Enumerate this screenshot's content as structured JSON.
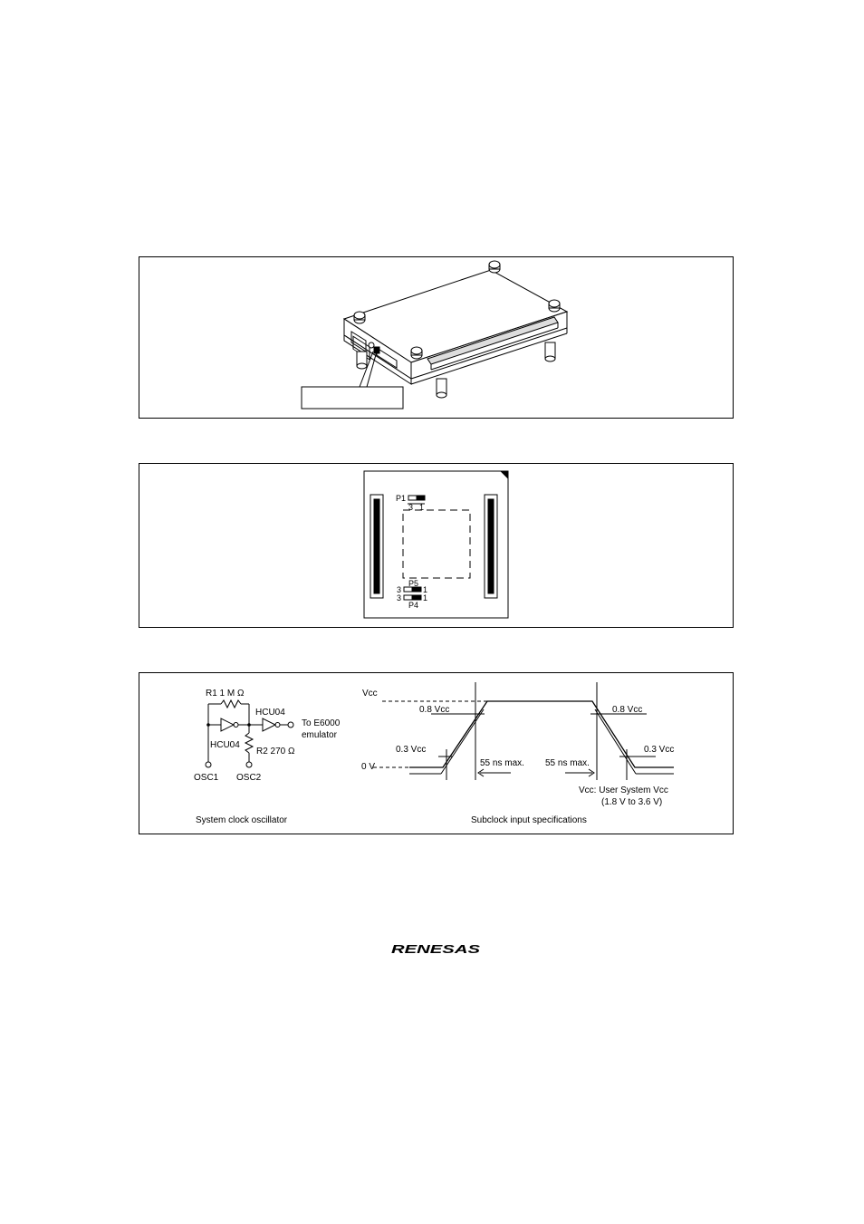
{
  "figure2": {
    "p1_label": "P1",
    "p1_pin3": "3",
    "p1_pin1": "1",
    "p5_label": "P5",
    "p4_label": "P4",
    "p5_pin3": "3",
    "p5_pin1": "1",
    "p4_pin3": "3",
    "p4_pin1": "1"
  },
  "figure3": {
    "r1_label": "R1 1 M Ω",
    "hcu04_top": "HCU04",
    "hcu04_bottom": "HCU04",
    "to_emulator_line1": "To E6000",
    "to_emulator_line2": "emulator",
    "r2_label": "R2 270  Ω",
    "osc1": "OSC1",
    "osc2": "OSC2",
    "left_caption": "System clock oscillator",
    "vcc": "Vcc",
    "zero_v": "0 V",
    "rise_08vcc": "0.8 Vcc",
    "rise_03vcc": "0.3 Vcc",
    "fall_08vcc": "0.8 Vcc",
    "fall_03vcc": "0.3 Vcc",
    "rise_time": "55 ns max.",
    "fall_time": "55 ns max.",
    "vcc_note_line1": "Vcc: User System Vcc",
    "vcc_note_line2": "(1.8 V to 3.6 V)",
    "right_caption": "Subclock input specifications"
  },
  "footer": {
    "logo_text": "RENESAS"
  }
}
